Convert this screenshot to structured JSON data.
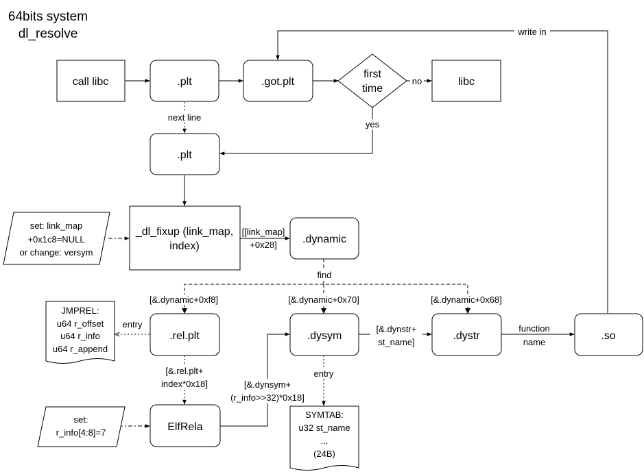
{
  "title_lines": [
    "64bits system",
    "dl_resolve"
  ],
  "nodes": {
    "call_libc": "call libc",
    "plt_top": ".plt",
    "got_plt": ".got.plt",
    "first_time": [
      "first",
      "time"
    ],
    "libc": "libc",
    "plt_mid": ".plt",
    "dl_fixup": [
      "_dl_fixup (link_map,",
      "index)"
    ],
    "dynamic": ".dynamic",
    "rel_plt": ".rel.plt",
    "dysym": ".dysym",
    "dystr": ".dystr",
    "so": ".so",
    "elfrela": "ElfRela",
    "set_link_map": [
      "set: link_map",
      "+0x1c8=NULL",
      "or change: versym"
    ],
    "set_rinfo": [
      "set:",
      "r_info[4:8]=7"
    ],
    "jmprel": [
      "JMPREL:",
      "u64 r_offset",
      "u64 r_info",
      "u64 r_append"
    ],
    "symtab": [
      "SYMTAB:",
      "u32 st_name",
      "...",
      "(24B)"
    ]
  },
  "edge_labels": {
    "write_in": "write in",
    "no": "no",
    "yes": "yes",
    "next_line": "next line",
    "link_map_offset": [
      "[[link_map]",
      "+0x28]"
    ],
    "find": "find",
    "dyn_f8": "[&.dynamic+0xf8]",
    "dyn_70": "[&.dynamic+0x70]",
    "dyn_68": "[&.dynamic+0x68]",
    "entry_rel": "entry",
    "dynstr_stname": [
      "[&.dynstr+",
      "st_name]"
    ],
    "function_name": [
      "function",
      "name"
    ],
    "relplt_index": [
      "[&.rel.plt+",
      "index*0x18]"
    ],
    "dynsym_rinfo": [
      "[&.dynsym+",
      "(r_info>>32)*0x18]"
    ],
    "entry_sym": "entry"
  }
}
